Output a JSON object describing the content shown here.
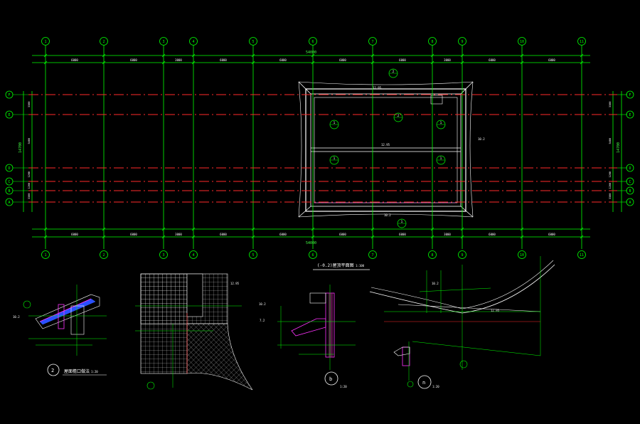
{
  "colors": {
    "background": "#000000",
    "grid": "#00ff00",
    "axis_red": "#ff2a2a",
    "outline": "#ffffff",
    "accent_magenta": "#ff33ff",
    "accent_blue": "#3366ff"
  },
  "plan": {
    "top_axes": [
      "1",
      "2",
      "3",
      "4",
      "5",
      "6",
      "7",
      "8",
      "9",
      "10",
      "11"
    ],
    "bottom_axes": [
      "1",
      "2",
      "3",
      "4",
      "5",
      "6",
      "7",
      "8",
      "9",
      "10",
      "11"
    ],
    "left_axes": [
      "F",
      "E",
      "D",
      "C",
      "B",
      "A"
    ],
    "right_axes": [
      "F",
      "E",
      "D",
      "C",
      "B",
      "A"
    ],
    "total_dim_top": "54000",
    "total_dim_bottom": "54000",
    "top_spans": [
      "6000",
      "6000",
      "3000",
      "6000",
      "6000",
      "6000",
      "6000",
      "3000",
      "6000",
      "6000"
    ],
    "bottom_spans": [
      "6000",
      "6000",
      "3000",
      "6000",
      "6000",
      "6000",
      "6000",
      "3000",
      "6000",
      "6000"
    ],
    "left_dims": [
      "3300",
      "5400",
      "1200",
      "1200",
      "3300"
    ],
    "right_dims": [
      "3300",
      "5400",
      "1200",
      "1200",
      "3300"
    ],
    "left_total": "14700",
    "right_total": "14700",
    "callouts": [
      "2",
      "1",
      "1",
      "1",
      "1",
      "1",
      "2"
    ],
    "labels": [
      "12.95",
      "10.2",
      "12.95",
      "10.2"
    ],
    "title": "(-0.2)屋顶平面图",
    "title_scale": "1:100"
  },
  "details": {
    "d2_number": "2",
    "d2_title": "屋面檐口做法",
    "d2_scale": "1:20",
    "b_number": "b",
    "b_scale": "1:20",
    "n_number": "n",
    "n_scale": "1:20",
    "small_labels": [
      "10.2",
      "12.95",
      "10.2",
      "7.2",
      "10.2",
      "12.95"
    ]
  }
}
